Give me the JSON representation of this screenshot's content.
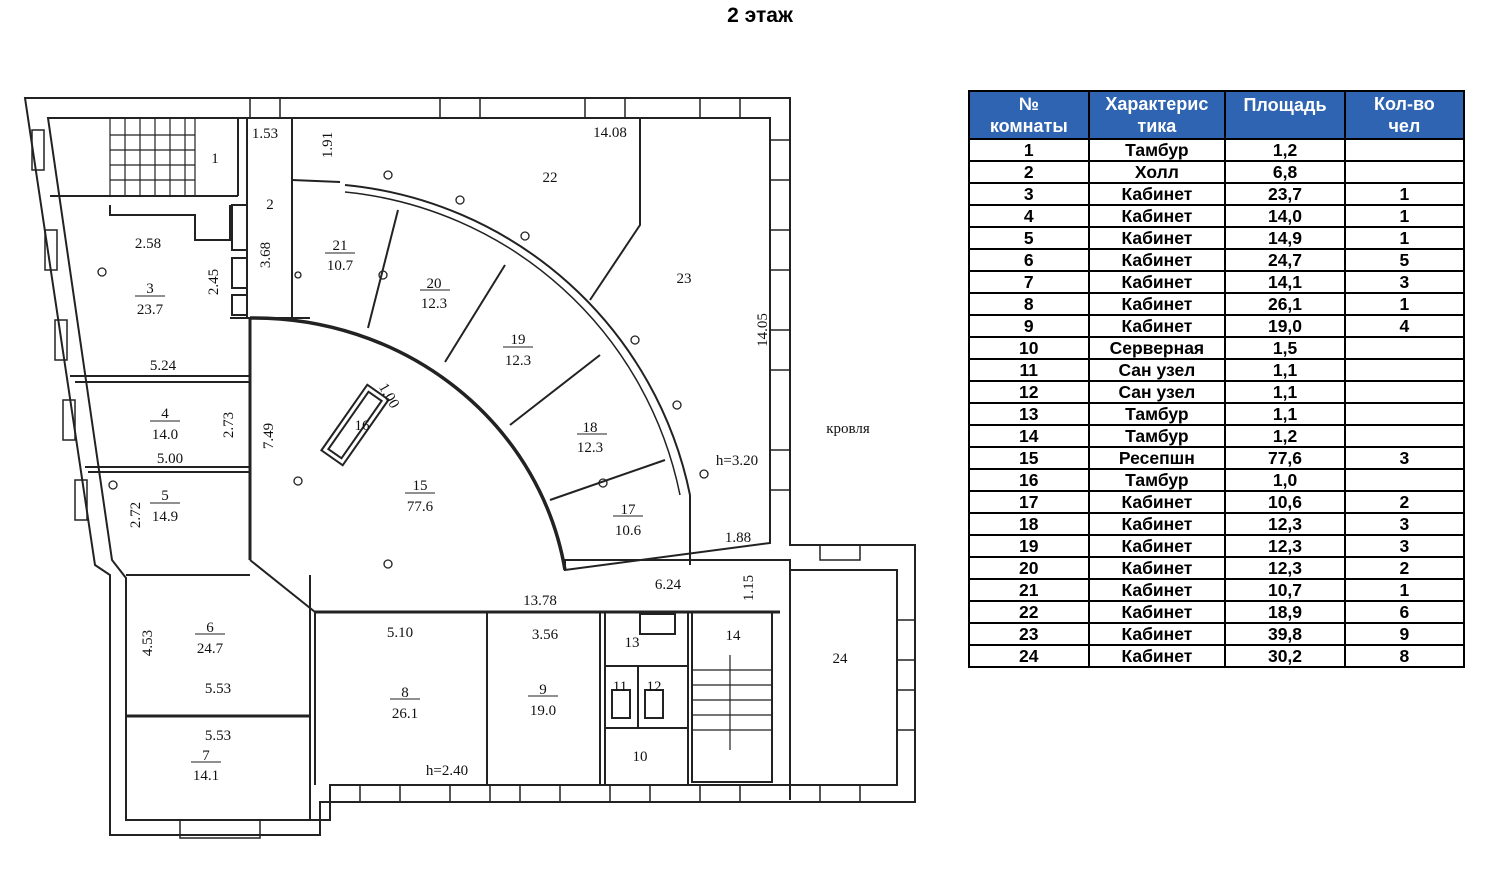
{
  "title": "2 этаж",
  "plan": {
    "roof_label": "кровля",
    "labels": [
      "1.53",
      "1.91",
      "14.08",
      "1",
      "2",
      "22",
      "2.58",
      "3",
      "23.7",
      "2.45",
      "3.68",
      "21",
      "10.7",
      "20",
      "12.3",
      "23",
      "19",
      "12.3",
      "14.05",
      "5.24",
      "4",
      "14.0",
      "2.73",
      "7.49",
      "16",
      "1.00",
      "18",
      "12.3",
      "h=3.20",
      "5.00",
      "15",
      "77.6",
      "5",
      "14.9",
      "2.72",
      "17",
      "10.6",
      "1.88",
      "6.24",
      "1.15",
      "13.78",
      "6",
      "24.7",
      "4.53",
      "5.10",
      "3.56",
      "13",
      "14",
      "24",
      "5.53",
      "11",
      "12",
      "8",
      "26.1",
      "9",
      "19.0",
      "5.53",
      "7",
      "14.1",
      "10",
      "h=2.40"
    ]
  },
  "table": {
    "headers": [
      "№ комнаты",
      "Характеристика",
      "Площадь",
      "Кол-во чел"
    ],
    "header_lines": [
      [
        "№",
        "комнаты"
      ],
      [
        "Характерис",
        "тика"
      ],
      [
        "Площадь",
        ""
      ],
      [
        "Кол-во",
        "чел"
      ]
    ],
    "rows": [
      [
        "1",
        "Тамбур",
        "1,2",
        ""
      ],
      [
        "2",
        "Холл",
        "6,8",
        ""
      ],
      [
        "3",
        "Кабинет",
        "23,7",
        "1"
      ],
      [
        "4",
        "Кабинет",
        "14,0",
        "1"
      ],
      [
        "5",
        "Кабинет",
        "14,9",
        "1"
      ],
      [
        "6",
        "Кабинет",
        "24,7",
        "5"
      ],
      [
        "7",
        "Кабинет",
        "14,1",
        "3"
      ],
      [
        "8",
        "Кабинет",
        "26,1",
        "1"
      ],
      [
        "9",
        "Кабинет",
        "19,0",
        "4"
      ],
      [
        "10",
        "Серверная",
        "1,5",
        ""
      ],
      [
        "11",
        "Сан узел",
        "1,1",
        ""
      ],
      [
        "12",
        "Сан узел",
        "1,1",
        ""
      ],
      [
        "13",
        "Тамбур",
        "1,1",
        ""
      ],
      [
        "14",
        "Тамбур",
        "1,2",
        ""
      ],
      [
        "15",
        "Ресепшн",
        "77,6",
        "3"
      ],
      [
        "16",
        "Тамбур",
        "1,0",
        ""
      ],
      [
        "17",
        "Кабинет",
        "10,6",
        "2"
      ],
      [
        "18",
        "Кабинет",
        "12,3",
        "3"
      ],
      [
        "19",
        "Кабинет",
        "12,3",
        "3"
      ],
      [
        "20",
        "Кабинет",
        "12,3",
        "2"
      ],
      [
        "21",
        "Кабинет",
        "10,7",
        "1"
      ],
      [
        "22",
        "Кабинет",
        "18,9",
        "6"
      ],
      [
        "23",
        "Кабинет",
        "39,8",
        "9"
      ],
      [
        "24",
        "Кабинет",
        "30,2",
        "8"
      ]
    ]
  },
  "colors": {
    "header_bg": "#2e64b1",
    "header_text": "#ffffff"
  }
}
